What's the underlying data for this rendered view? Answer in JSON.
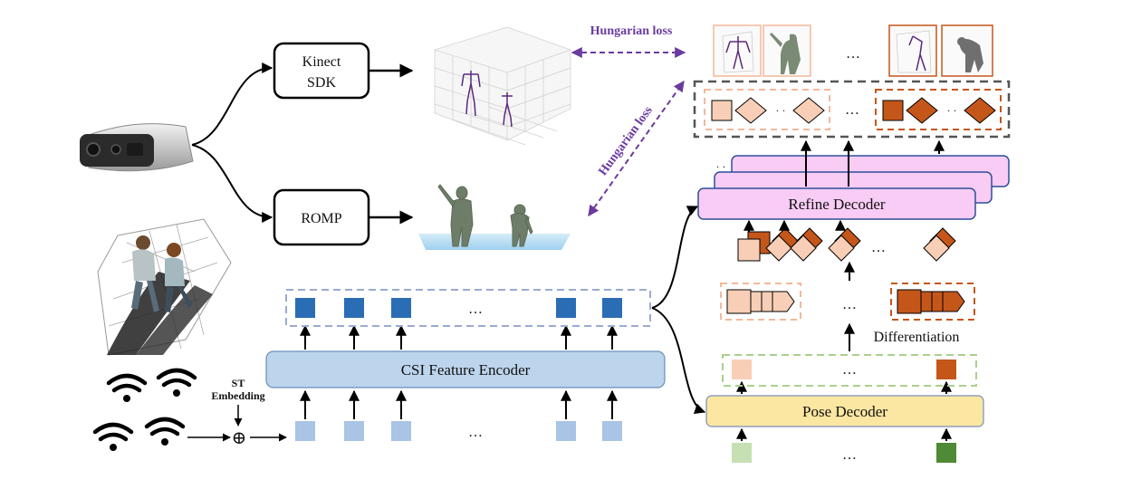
{
  "labels": {
    "kinect_line1": "Kinect",
    "kinect_line2": "SDK",
    "romp": "ROMP",
    "hungarian_top": "Hungarian loss",
    "hungarian_diag": "Hungarian loss",
    "refine_decoder": "Refine Decoder",
    "csi_encoder": "CSI Feature Encoder",
    "pose_decoder": "Pose Decoder",
    "differentiation": "Differentiation",
    "st_line1": "ST",
    "st_line2": "Embedding",
    "ellipsis": "…",
    "dots_small": "·  ·",
    "plus": "⊕"
  },
  "colors": {
    "encoder_fill": "#bcd4ec",
    "encoder_stroke": "#6b8fb8",
    "token_blue": "#2a6db5",
    "token_light_blue": "#a9c4e4",
    "refine_fill": "#f8ccf4",
    "refine_stroke": "#2e4f9a",
    "pose_fill": "#fbe6a2",
    "pose_stroke": "#7a8fb8",
    "peach": "#f8cfb6",
    "rust": "#c5561a",
    "light_green": "#c6e0b4",
    "dark_green": "#4f8a36",
    "purple": "#6a3aa0"
  }
}
